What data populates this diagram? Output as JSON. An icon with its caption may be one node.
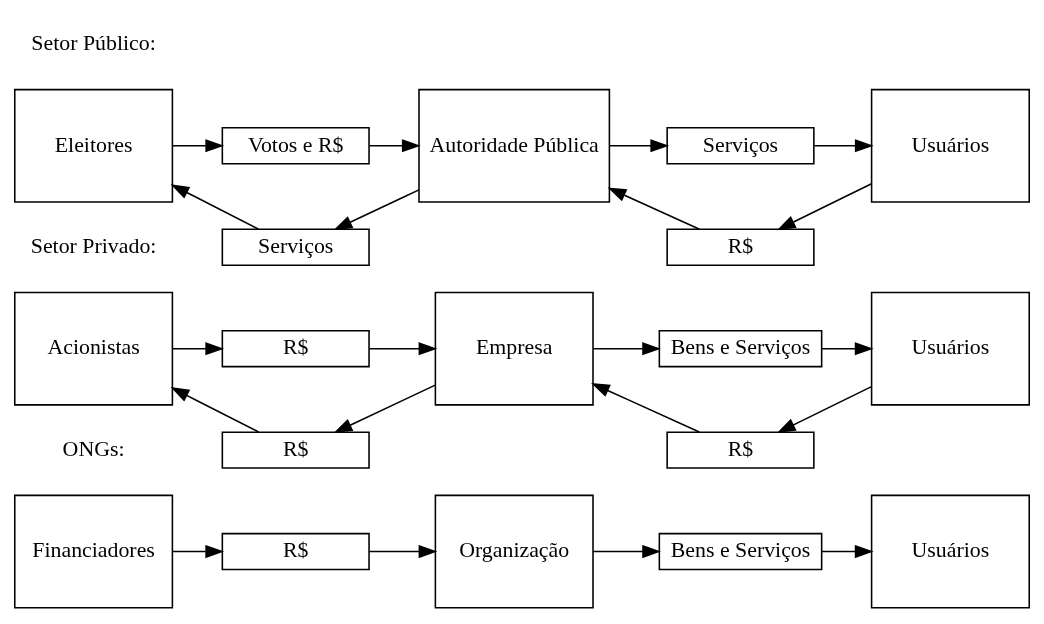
{
  "diagram": {
    "nodes": [
      {
        "text": [
          "Eleitores"
        ]
      },
      {
        "text": [
          "Votos e R$"
        ]
      },
      {
        "text": [
          "Autoridade Pública"
        ]
      },
      {
        "text": [
          "Serviços"
        ]
      },
      {
        "text": [
          "Usuários"
        ]
      },
      {
        "text": [
          "Serviços"
        ]
      },
      {
        "text": [
          "R$"
        ]
      },
      {
        "text": [
          "Acionistas"
        ]
      },
      {
        "text": [
          "R$"
        ]
      },
      {
        "text": [
          "Empresa"
        ]
      },
      {
        "text": [
          "Bens e Serviços"
        ]
      },
      {
        "text": [
          "Usuários"
        ]
      },
      {
        "text": [
          "R$"
        ]
      },
      {
        "text": [
          "R$"
        ]
      },
      {
        "text": [
          "Financiadores"
        ]
      },
      {
        "text": [
          "R$"
        ]
      },
      {
        "text": [
          "Organização"
        ]
      },
      {
        "text": [
          "Bens e Serviços"
        ]
      },
      {
        "text": [
          "Usuários"
        ]
      }
    ],
    "edges": [
      {
        "from": 0,
        "to": 1,
        "arrow": "to"
      },
      {
        "from": 1,
        "to": 2,
        "arrow": "to"
      },
      {
        "from": 2,
        "to": 3,
        "arrow": "to"
      },
      {
        "from": 3,
        "to": 4,
        "arrow": "to"
      },
      {
        "from": 2,
        "to": 5,
        "arrow": "to"
      },
      {
        "from": 5,
        "to": 0,
        "arrow": "to"
      },
      {
        "from": 4,
        "to": 6,
        "arrow": "to"
      },
      {
        "from": 6,
        "to": 2,
        "arrow": "to"
      },
      {
        "from": 7,
        "to": 8,
        "arrow": "to"
      },
      {
        "from": 8,
        "to": 9,
        "arrow": "to"
      },
      {
        "from": 9,
        "to": 10,
        "arrow": "to"
      },
      {
        "from": 10,
        "to": 11,
        "arrow": "to"
      },
      {
        "from": 9,
        "to": 12,
        "arrow": "to"
      },
      {
        "from": 12,
        "to": 7,
        "arrow": "to"
      },
      {
        "from": 11,
        "to": 13,
        "arrow": "to"
      },
      {
        "from": 13,
        "to": 9,
        "arrow": "to"
      },
      {
        "from": 14,
        "to": 15,
        "arrow": "to"
      },
      {
        "from": 15,
        "to": 16,
        "arrow": "to"
      },
      {
        "from": 16,
        "to": 17,
        "arrow": "to"
      },
      {
        "from": 17,
        "to": 18,
        "arrow": "to"
      }
    ],
    "labels": [
      "Setor Público:",
      "Setor Privado:",
      "ONGs:"
    ]
  }
}
